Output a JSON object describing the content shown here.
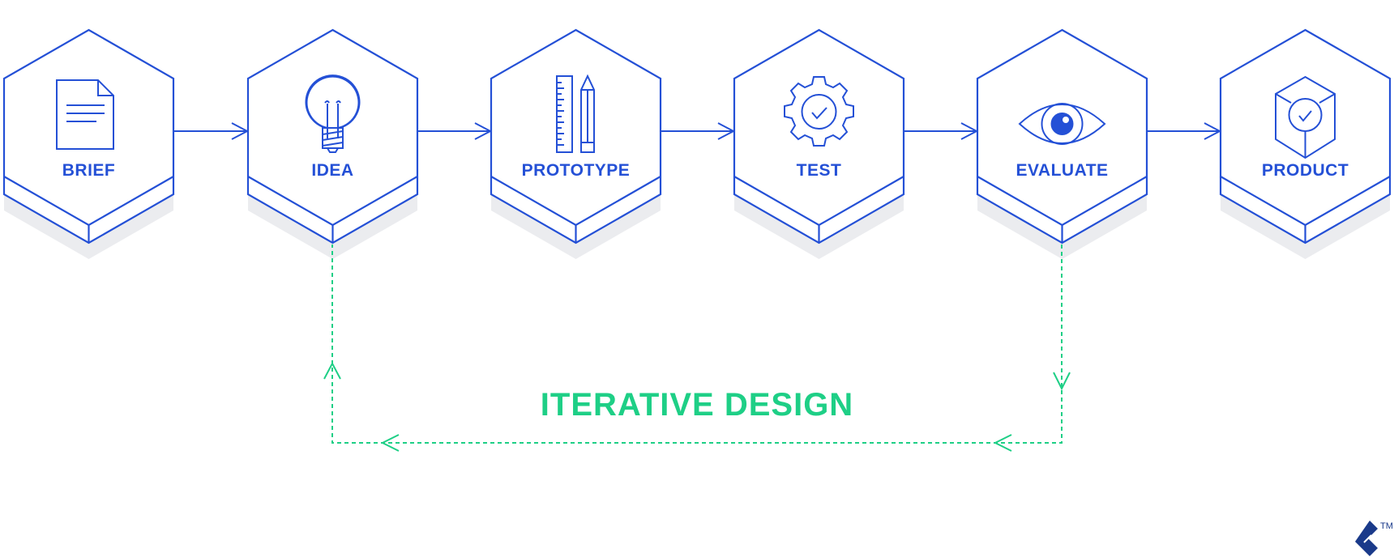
{
  "colors": {
    "primary": "#2450d6",
    "accent": "#1ecf86",
    "shadow": "#ebecef",
    "logo": "#1a3a8a"
  },
  "steps": [
    {
      "label": "BRIEF",
      "icon": "document-icon"
    },
    {
      "label": "IDEA",
      "icon": "lightbulb-icon"
    },
    {
      "label": "PROTOTYPE",
      "icon": "ruler-pencil-icon"
    },
    {
      "label": "TEST",
      "icon": "gear-check-icon"
    },
    {
      "label": "EVALUATE",
      "icon": "eye-icon"
    },
    {
      "label": "PRODUCT",
      "icon": "cube-check-icon"
    }
  ],
  "loop": {
    "title": "ITERATIVE DESIGN",
    "from": "EVALUATE",
    "to": "IDEA"
  },
  "logo": {
    "trademark": "TM"
  }
}
